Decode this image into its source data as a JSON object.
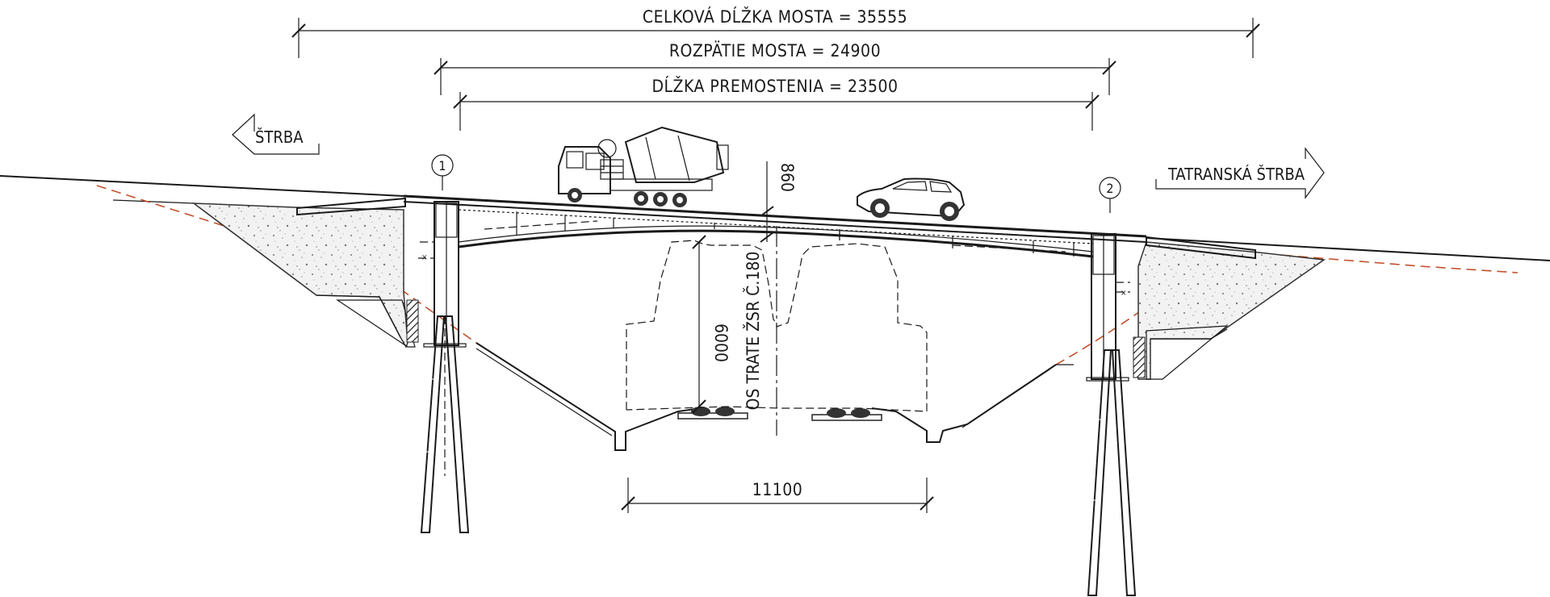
{
  "dimensions": {
    "total_length": "CELKOVÁ DĹŽKA MOSTA = 35555",
    "span": "ROZPÄTIE MOSTA = 24900",
    "bridging_length": "DĹŽKA PREMOSTENIA = 23500",
    "clearance_width": "11100",
    "clearance_height": "6000",
    "deck_depth": "860"
  },
  "directions": {
    "left": "ŠTRBA",
    "right": "TATRANSKÁ ŠTRBA"
  },
  "supports": {
    "left": "1",
    "right": "2"
  },
  "track_axis": "OS TRATE ŽSR Č.180",
  "colors": {
    "line": "#1a1a1a",
    "terrain_line": "#c4502c"
  }
}
